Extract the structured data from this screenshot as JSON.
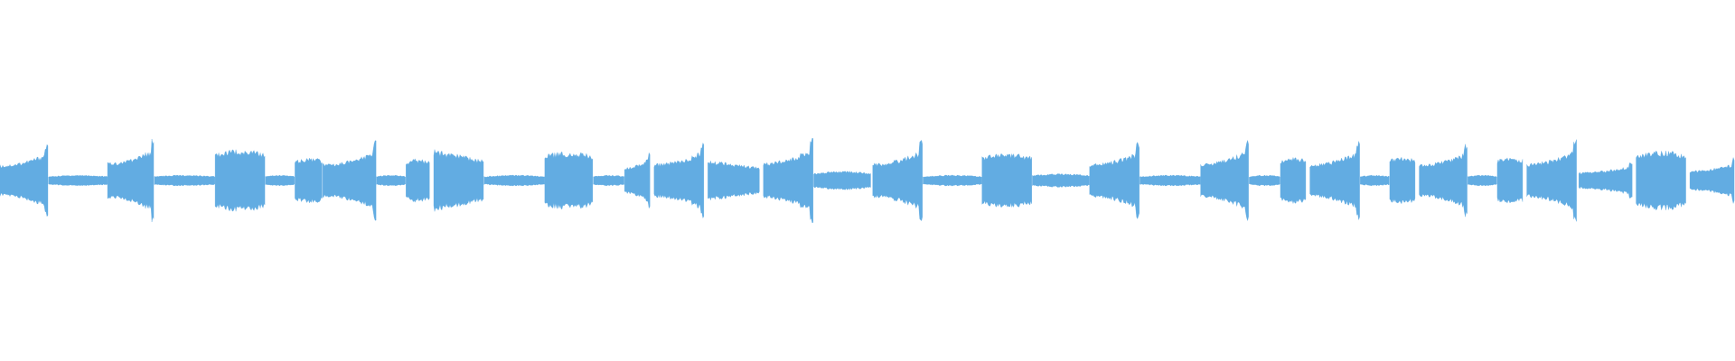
{
  "waveform": {
    "color": "#62acE2",
    "background": "#ffffff",
    "duration_s": 100,
    "segments": [
      {
        "start": 0.0,
        "end": 2.8,
        "kind": "burst",
        "amp": 0.42,
        "shape": "rise"
      },
      {
        "start": 2.8,
        "end": 6.2,
        "kind": "quiet",
        "amp": 0.08
      },
      {
        "start": 6.2,
        "end": 8.9,
        "kind": "burst",
        "amp": 0.48,
        "shape": "rise"
      },
      {
        "start": 8.9,
        "end": 12.4,
        "kind": "quiet",
        "amp": 0.08
      },
      {
        "start": 12.4,
        "end": 15.3,
        "kind": "burst",
        "amp": 0.46,
        "shape": "flat"
      },
      {
        "start": 15.3,
        "end": 17.0,
        "kind": "quiet",
        "amp": 0.08
      },
      {
        "start": 17.0,
        "end": 18.6,
        "kind": "burst",
        "amp": 0.34,
        "shape": "flat"
      },
      {
        "start": 18.6,
        "end": 21.7,
        "kind": "burst",
        "amp": 0.45,
        "shape": "rise"
      },
      {
        "start": 21.7,
        "end": 23.4,
        "kind": "quiet",
        "amp": 0.08
      },
      {
        "start": 23.4,
        "end": 24.8,
        "kind": "burst",
        "amp": 0.32,
        "shape": "flat"
      },
      {
        "start": 25.0,
        "end": 27.9,
        "kind": "burst",
        "amp": 0.46,
        "shape": "fall"
      },
      {
        "start": 27.9,
        "end": 31.4,
        "kind": "quiet",
        "amp": 0.08
      },
      {
        "start": 31.4,
        "end": 34.2,
        "kind": "burst",
        "amp": 0.43,
        "shape": "flat"
      },
      {
        "start": 34.2,
        "end": 36.0,
        "kind": "quiet",
        "amp": 0.08
      },
      {
        "start": 36.0,
        "end": 37.5,
        "kind": "burst",
        "amp": 0.35,
        "shape": "rise"
      },
      {
        "start": 37.7,
        "end": 40.6,
        "kind": "burst",
        "amp": 0.45,
        "shape": "rise"
      },
      {
        "start": 40.8,
        "end": 43.8,
        "kind": "burst",
        "amp": 0.3,
        "shape": "fall"
      },
      {
        "start": 44.0,
        "end": 46.9,
        "kind": "burst",
        "amp": 0.48,
        "shape": "rise"
      },
      {
        "start": 46.9,
        "end": 50.2,
        "kind": "quiet",
        "amp": 0.14
      },
      {
        "start": 50.3,
        "end": 53.2,
        "kind": "burst",
        "amp": 0.46,
        "shape": "rise"
      },
      {
        "start": 53.2,
        "end": 56.6,
        "kind": "quiet",
        "amp": 0.08
      },
      {
        "start": 56.6,
        "end": 59.5,
        "kind": "burst",
        "amp": 0.4,
        "shape": "flat"
      },
      {
        "start": 59.5,
        "end": 62.8,
        "kind": "quiet",
        "amp": 0.1
      },
      {
        "start": 62.8,
        "end": 65.7,
        "kind": "burst",
        "amp": 0.44,
        "shape": "rise"
      },
      {
        "start": 65.7,
        "end": 69.2,
        "kind": "quiet",
        "amp": 0.08
      },
      {
        "start": 69.2,
        "end": 72.0,
        "kind": "burst",
        "amp": 0.46,
        "shape": "rise"
      },
      {
        "start": 72.0,
        "end": 73.8,
        "kind": "quiet",
        "amp": 0.08
      },
      {
        "start": 73.8,
        "end": 75.3,
        "kind": "burst",
        "amp": 0.35,
        "shape": "flat"
      },
      {
        "start": 75.5,
        "end": 78.4,
        "kind": "burst",
        "amp": 0.44,
        "shape": "rise"
      },
      {
        "start": 78.4,
        "end": 80.1,
        "kind": "quiet",
        "amp": 0.08
      },
      {
        "start": 80.1,
        "end": 81.6,
        "kind": "burst",
        "amp": 0.35,
        "shape": "flat"
      },
      {
        "start": 81.8,
        "end": 84.6,
        "kind": "burst",
        "amp": 0.43,
        "shape": "rise"
      },
      {
        "start": 84.6,
        "end": 86.3,
        "kind": "quiet",
        "amp": 0.08
      },
      {
        "start": 86.3,
        "end": 87.8,
        "kind": "burst",
        "amp": 0.35,
        "shape": "flat"
      },
      {
        "start": 88.0,
        "end": 90.9,
        "kind": "burst",
        "amp": 0.46,
        "shape": "rise"
      },
      {
        "start": 91.0,
        "end": 94.1,
        "kind": "burst",
        "amp": 0.22,
        "shape": "rise"
      },
      {
        "start": 94.3,
        "end": 97.2,
        "kind": "burst",
        "amp": 0.44,
        "shape": "flat"
      },
      {
        "start": 97.4,
        "end": 100.0,
        "kind": "burst",
        "amp": 0.26,
        "shape": "rise"
      }
    ]
  }
}
